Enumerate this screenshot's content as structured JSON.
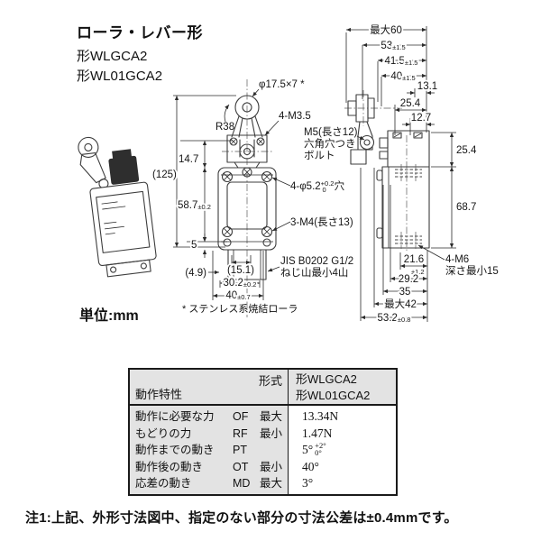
{
  "header": {
    "title": "ローラ・レバー形",
    "model1": "形WLGCA2",
    "model2": "形WL01GCA2",
    "unit_label": "単位:mm"
  },
  "drawing": {
    "stainless_note": "* ステンレス系焼結ローラ",
    "front": {
      "roller_label": "φ17.5×7 *",
      "radius_label": "R38",
      "screw_label": "4-M3.5",
      "bolt_label_1": "M5(長さ12)",
      "bolt_label_2": "六角穴つき",
      "bolt_label_3": "ボルト",
      "hole_label_main": "4-φ5.2",
      "hole_label_sup": "+0.2",
      "hole_label_sub": "0",
      "hole_label_end": "穴",
      "tap_label": "3-M4(長さ13)",
      "jis_label_1": "JIS B0202 G1/2",
      "jis_label_2": "ねじ山最小4山",
      "dim_total": "(125)",
      "dim_head": "14.7",
      "dim_body_v": "58.7",
      "dim_body_t": "±0.2",
      "dim_foot": "5",
      "dim_offset": "(4.9)",
      "dim_conduit": "(15.1)",
      "dim_mount_v": "30.2",
      "dim_mount_t": "±0.2",
      "dim_width_v": "40",
      "dim_width_t": "±0.7"
    },
    "side": {
      "dim_max60": "最大60",
      "dim_53_v": "53",
      "dim_53_t": "±1.5",
      "dim_415_v": "41.5",
      "dim_415_t": "±1.5",
      "dim_40_v": "40",
      "dim_40_t": "±1.5",
      "dim_131": "13.1",
      "dim_254_top": "25.4",
      "dim_127": "12.7",
      "dim_254_side": "25.4",
      "dim_687": "68.7",
      "dim_216": "21.6",
      "dim_216_t": "±1.2",
      "dim_292": "29.2",
      "dim_35": "35",
      "dim_max42": "最大42",
      "dim_532_v": "53.2",
      "dim_532_t": "±0.8",
      "m6_label_1": "4-M6",
      "m6_label_2": "深さ最小15"
    }
  },
  "spec_table": {
    "corner_top": "形式",
    "corner_bottom": "動作特性",
    "model_header_1": "形WLGCA2",
    "model_header_2": "形WL01GCA2",
    "rows": [
      {
        "name": "動作に必要な力",
        "code": "OF",
        "qualifier": "最大",
        "value": "13.34N"
      },
      {
        "name": "もどりの力",
        "code": "RF",
        "qualifier": "最小",
        "value": "1.47N"
      },
      {
        "name": "動作までの動き",
        "code": "PT",
        "qualifier": "",
        "value": "5°",
        "tol_top": "+2°",
        "tol_bottom": "0°"
      },
      {
        "name": "動作後の動き",
        "code": "OT",
        "qualifier": "最小",
        "value": "40°"
      },
      {
        "name": "応差の動き",
        "code": "MD",
        "qualifier": "最大",
        "value": "3°"
      }
    ]
  },
  "footnote": "注1:上記、外形寸法図中、指定のない部分の寸法公差は±0.4mmです。"
}
